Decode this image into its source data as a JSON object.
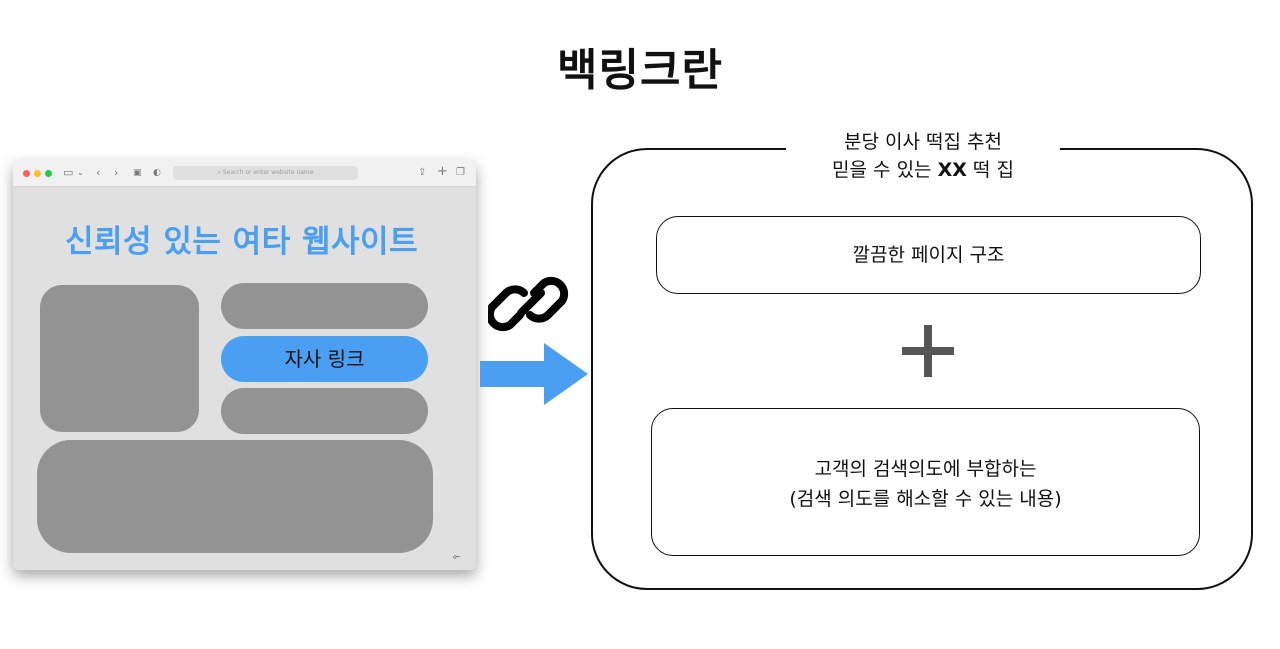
{
  "title": "백링크란",
  "browser": {
    "url_placeholder": "Search or enter website name",
    "site_title": "신뢰성 있는 여타 웹사이트",
    "own_link_label": "자사 링크",
    "dot_colors": [
      "#fe5f57",
      "#febc2e",
      "#28c840"
    ]
  },
  "destination": {
    "heading_line1": "분당 이사 떡집 추천",
    "heading_line2_prefix": "믿을 수 있는 ",
    "heading_line2_bold": "XX",
    "heading_line2_suffix": " 떡 집",
    "box1": "깔끔한 페이지 구조",
    "box2_line1": "고객의 검색의도에 부합하는",
    "box2_line2": "(검색 의도를 해소할 수 있는 내용)"
  },
  "colors": {
    "accent_blue": "#4a9ff2",
    "placeholder_gray": "#939393",
    "browser_bg": "#dfe0df"
  }
}
